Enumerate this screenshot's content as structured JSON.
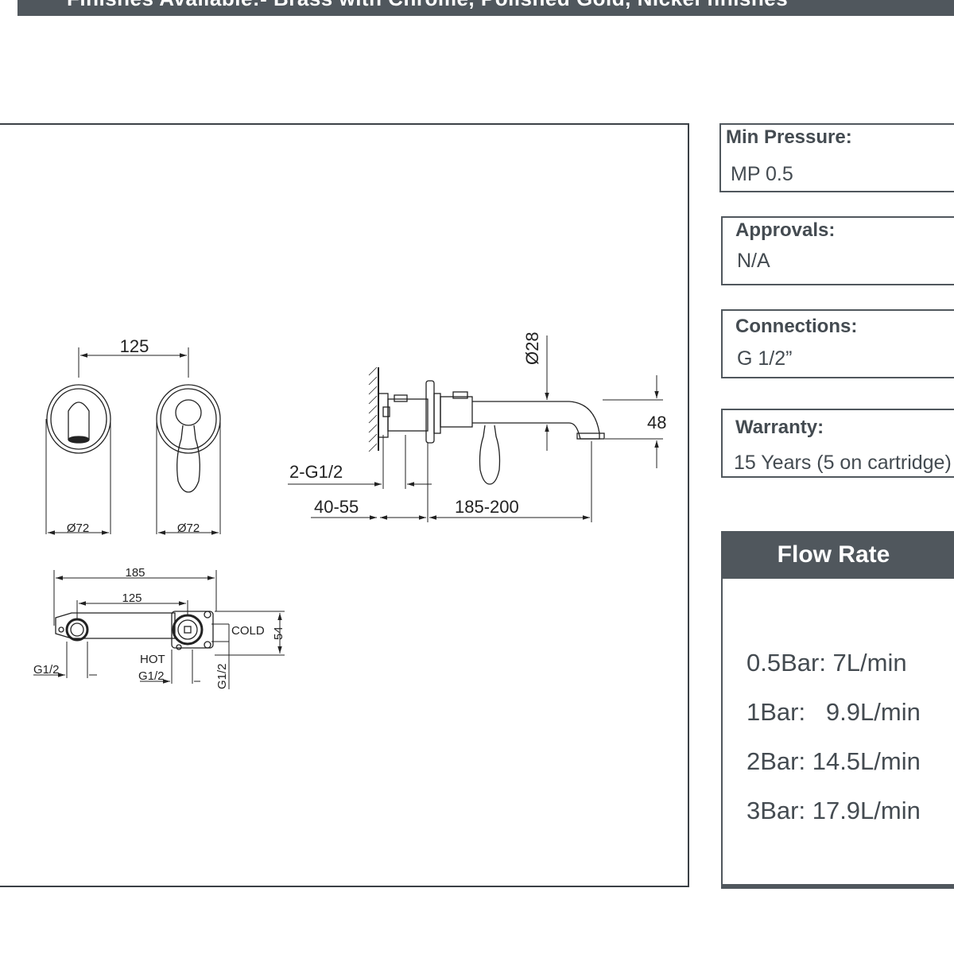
{
  "header": {
    "text": "Finishes Available:- Brass with Chrome, Polished Gold, Nickel finishes"
  },
  "drawing": {
    "dims": {
      "spacing_top": "125",
      "dia_left": "Ø72",
      "dia_right": "Ø72",
      "dia_spout": "Ø28",
      "height_48": "48",
      "connection_2g": "2-G1/2",
      "wall_depth": "40-55",
      "spout_reach": "185-200",
      "body_185": "185",
      "body_125": "125",
      "cold": "COLD",
      "hot": "HOT",
      "g12_left": "G1/2",
      "g12_hot": "G1/2",
      "g12_right": "G1/2",
      "height_54": "54"
    }
  },
  "specs": {
    "min_pressure": {
      "label": "Min Pressure:",
      "value": "MP 0.5"
    },
    "approvals": {
      "label": "Approvals:",
      "value": "N/A"
    },
    "connections": {
      "label": "Connections:",
      "value": "G 1/2”"
    },
    "warranty": {
      "label": "Warranty:",
      "value": "15 Years (5 on cartridge)"
    }
  },
  "flow_rate": {
    "title": "Flow Rate",
    "rows": [
      "0.5Bar: 7L/min",
      "1Bar:   9.9L/min",
      "2Bar: 14.5L/min",
      "3Bar: 17.9L/min"
    ]
  },
  "colors": {
    "panel": "#50575d",
    "text": "#444b51"
  }
}
